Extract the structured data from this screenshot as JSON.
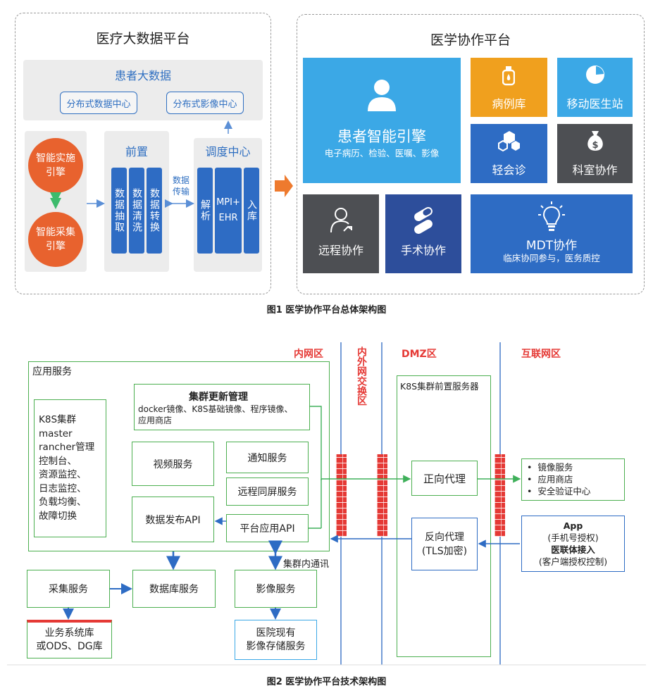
{
  "fig1": {
    "left_title": "医疗大数据平台",
    "patient_bigdata": "患者大数据",
    "dist_data_center": "分布式数据中心",
    "dist_image_center": "分布式影像中心",
    "smart_impl_engine": [
      "智能实施",
      "引擎"
    ],
    "smart_collect_engine": [
      "智能采集",
      "引擎"
    ],
    "front_title": "前置",
    "front_cols": [
      "数据抽取",
      "数据清洗",
      "数据转换"
    ],
    "transfer_label": [
      "数据",
      "传输"
    ],
    "dispatch_title": "调度中心",
    "dispatch_cols": [
      "解析",
      "MPI+EHR",
      "入库"
    ],
    "right_title": "医学协作平台",
    "patient_engine": "患者智能引擎",
    "patient_engine_sub": "电子病历、检验、医嘱、影像",
    "case_library": "病例库",
    "mobile_station": "移动医生站",
    "light_consult": "轻会诊",
    "dept_collab": "科室协作",
    "remote_collab": "远程协作",
    "surgery_collab": "手术协作",
    "mdt": "MDT协作",
    "mdt_sub": "临床协同参与，医务质控",
    "caption": "图1  医学协作平台总体架构图"
  },
  "fig2": {
    "zone_intranet": "内网区",
    "zone_exchange": "内外网交换区",
    "zone_dmz": "DMZ区",
    "zone_internet": "互联网区",
    "app_services": "应用服务",
    "k8s_lines": [
      "K8S集群",
      "master",
      "rancher管理",
      "控制台、",
      "资源监控、",
      "日志监控、",
      "负载均衡、",
      "故障切换"
    ],
    "cluster_update_title": "集群更新管理",
    "cluster_update_sub1": "docker镜像、K8S基础镜像、程序镜像、",
    "cluster_update_sub2": "应用商店",
    "video_service": "视频服务",
    "notify_service": "通知服务",
    "remote_screen": "远程同屏服务",
    "data_publish_api": "数据发布API",
    "platform_api": "平台应用API",
    "collect_service": "采集服务",
    "db_service": "数据库服务",
    "image_service": "影像服务",
    "cluster_comm": "集群内通讯",
    "business_db": [
      "业务系统库",
      "或ODS、DG库"
    ],
    "hospital_storage": [
      "医院现有",
      "影像存储服务"
    ],
    "k8s_front": "K8S集群前置服务器",
    "forward_proxy": "正向代理",
    "reverse_proxy": [
      "反向代理",
      "(TLS加密)"
    ],
    "internet_list": [
      "镜像服务",
      "应用商店",
      "安全验证中心"
    ],
    "app_box": [
      "App",
      "(手机号授权)",
      "医联体接入",
      "(客户端授权控制)"
    ],
    "caption": "图2  医学协作平台技术架构图"
  },
  "colors": {
    "blue": "#2e6cc4",
    "light_blue": "#3ba8e6",
    "orange": "#e8622e",
    "amber": "#f0a01e",
    "dark_gray": "#4d4f53",
    "navy": "#2d4e9b",
    "green": "#4caf50",
    "red": "#e53935"
  }
}
